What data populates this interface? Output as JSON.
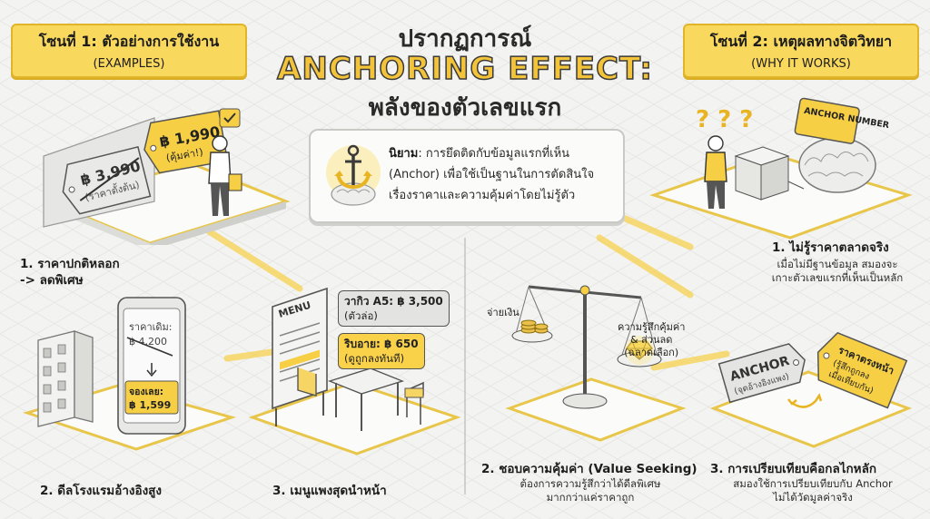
{
  "title": {
    "line1": "ปรากฏการณ์",
    "line2": "ANCHORING EFFECT:",
    "line3": "พลังของตัวเลขแรก"
  },
  "zones": {
    "left": {
      "title": "โซนที่ 1: ตัวอย่างการใช้งาน",
      "subtitle": "(EXAMPLES)"
    },
    "right": {
      "title": "โซนที่ 2: เหตุผลทางจิตวิทยา",
      "subtitle": "(WHY IT WORKS)"
    }
  },
  "definition": {
    "term": "นิยาม",
    "line1": ": การยึดติดกับข้อมูลแรกที่เห็น",
    "line2": "(Anchor) เพื่อใช้เป็นฐานในการตัดสินใจ",
    "line3": "เรื่องราคาและความคุ้มค่าโดยไม่รู้ตัว"
  },
  "examples": {
    "e1": {
      "title_line1": "1. ราคาปกติหลอก",
      "title_line2": "-> ลดพิเศษ",
      "tag_old_price": "฿ 3,990",
      "tag_old_note": "(ราคาตั้งต้น)",
      "tag_new_price": "฿ 1,990",
      "tag_new_note": "(คุ้มค่า!)"
    },
    "e2": {
      "title": "2. ดีลโรงแรมอ้างอิงสูง",
      "phone_old_label": "ราคาเดิม:",
      "phone_old_price": "฿ 4,200",
      "phone_new_label": "จองเลย:",
      "phone_new_price": "฿ 1,599"
    },
    "e3": {
      "title": "3. เมนูแพงสุดนำหน้า",
      "menu_label": "MENU",
      "wagyu_label": "วากิว A5: ฿ 3,500",
      "wagyu_note": "(ตัวล่อ)",
      "ribeye_label": "ริบอาย: ฿ 650",
      "ribeye_note": "(ดูถูกลงทันที)"
    }
  },
  "reasons": {
    "r1": {
      "title": "1. ไม่รู้ราคาตลาดจริง",
      "desc_line1": "เมื่อไม่มีฐานข้อมูล สมองจะ",
      "desc_line2": "เกาะตัวเลขแรกที่เห็นเป็นหลัก",
      "tag": "ANCHOR NUMBER",
      "question_marks": "? ? ?"
    },
    "r2": {
      "title": "2. ชอบความคุ้มค่า (Value Seeking)",
      "desc_line1": "ต้องการความรู้สึกว่าได้ดีลพิเศษ",
      "desc_line2": "มากกว่าแค่ราคาถูก",
      "scale_left": "จ่ายเงิน",
      "scale_right_line1": "ความรู้สึกคุ้มค่า",
      "scale_right_line2": "& ส่วนลด",
      "scale_right_line3": "(ฉลาดเลือก)"
    },
    "r3": {
      "title": "3. การเปรียบเทียบคือกลไกหลัก",
      "desc_line1": "สมองใช้การเปรียบเทียบกับ Anchor",
      "desc_line2": "ไม่ได้วัดมูลค่าจริง",
      "anchor_label": "ANCHOR",
      "anchor_note": "(จุดอ้างอิงแพง)",
      "real_label": "ราคาตรงหน้า",
      "real_note_line1": "(รู้สึกถูกลง",
      "real_note_line2": "เมื่อเทียบกัน)"
    }
  },
  "colors": {
    "accent": "#f5c842",
    "dark": "#2a2a2a",
    "background": "#f3f3f1"
  }
}
